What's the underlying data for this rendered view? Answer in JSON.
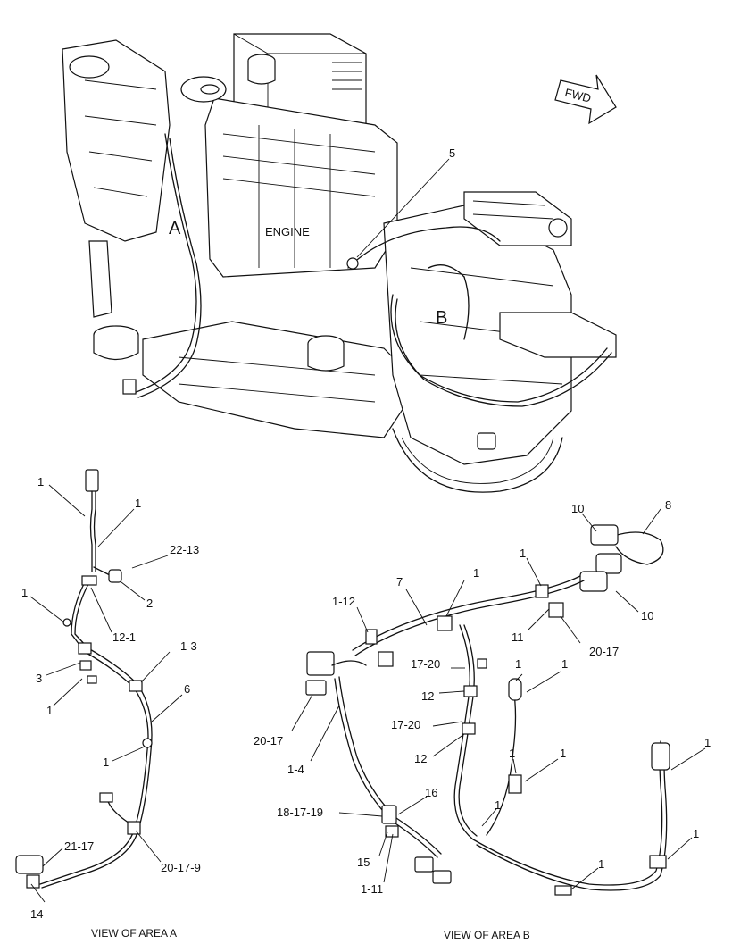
{
  "engine_label": "ENGINE",
  "fwd_label": "FWD",
  "area_a_label": "A",
  "area_b_label": "B",
  "view_a_caption": "VIEW OF AREA A",
  "view_b_caption": "VIEW OF AREA B",
  "callouts": {
    "c5": "5",
    "a_1_top": "1",
    "a_1_top2": "1",
    "a_22_13": "22-13",
    "a_2": "2",
    "a_1_left": "1",
    "a_12_1": "12-1",
    "a_3": "3",
    "a_1_3": "1-3",
    "a_1_small": "1",
    "a_6": "6",
    "a_1_mid": "1",
    "a_21_17": "21-17",
    "a_20_17_9": "20-17-9",
    "a_14": "14",
    "b_8": "8",
    "b_10_top": "10",
    "b_10_bot": "10",
    "b_1_a": "1",
    "b_1_b": "1",
    "b_7": "7",
    "b_1_12": "1-12",
    "b_11": "11",
    "b_20_17_r": "20-17",
    "b_17_20_a": "17-20",
    "b_1_c": "1",
    "b_1_d": "1",
    "b_12_a": "12",
    "b_17_20_b": "17-20",
    "b_12_b": "12",
    "b_1_e": "1",
    "b_1_f": "1",
    "b_20_17_l": "20-17",
    "b_1_4": "1-4",
    "b_1_g": "1",
    "b_16": "16",
    "b_18_17_19": "18-17-19",
    "b_1_h": "1",
    "b_15": "15",
    "b_1_11": "1-11",
    "b_1_i": "1",
    "b_1_j": "1"
  }
}
